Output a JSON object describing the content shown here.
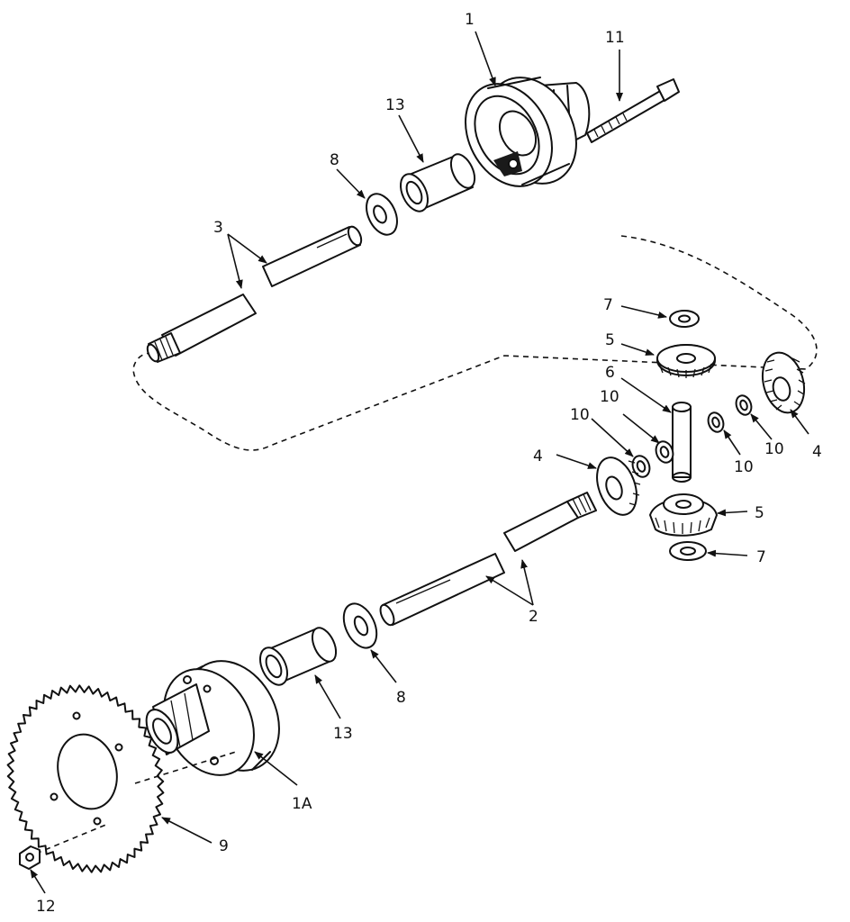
{
  "callouts": [
    {
      "id": "c1",
      "text": "1"
    },
    {
      "id": "c1a",
      "text": "1A"
    },
    {
      "id": "c2",
      "text": "2"
    },
    {
      "id": "c3",
      "text": "3"
    },
    {
      "id": "c4a",
      "text": "4"
    },
    {
      "id": "c4b",
      "text": "4"
    },
    {
      "id": "c5a",
      "text": "5"
    },
    {
      "id": "c5b",
      "text": "5"
    },
    {
      "id": "c6",
      "text": "6"
    },
    {
      "id": "c7a",
      "text": "7"
    },
    {
      "id": "c7b",
      "text": "7"
    },
    {
      "id": "c8a",
      "text": "8"
    },
    {
      "id": "c8b",
      "text": "8"
    },
    {
      "id": "c9",
      "text": "9"
    },
    {
      "id": "c10a",
      "text": "10"
    },
    {
      "id": "c10b",
      "text": "10"
    },
    {
      "id": "c10c",
      "text": "10"
    },
    {
      "id": "c10d",
      "text": "10"
    },
    {
      "id": "c11",
      "text": "11"
    },
    {
      "id": "c12",
      "text": "12"
    },
    {
      "id": "c13a",
      "text": "13"
    },
    {
      "id": "c13b",
      "text": "13"
    }
  ]
}
